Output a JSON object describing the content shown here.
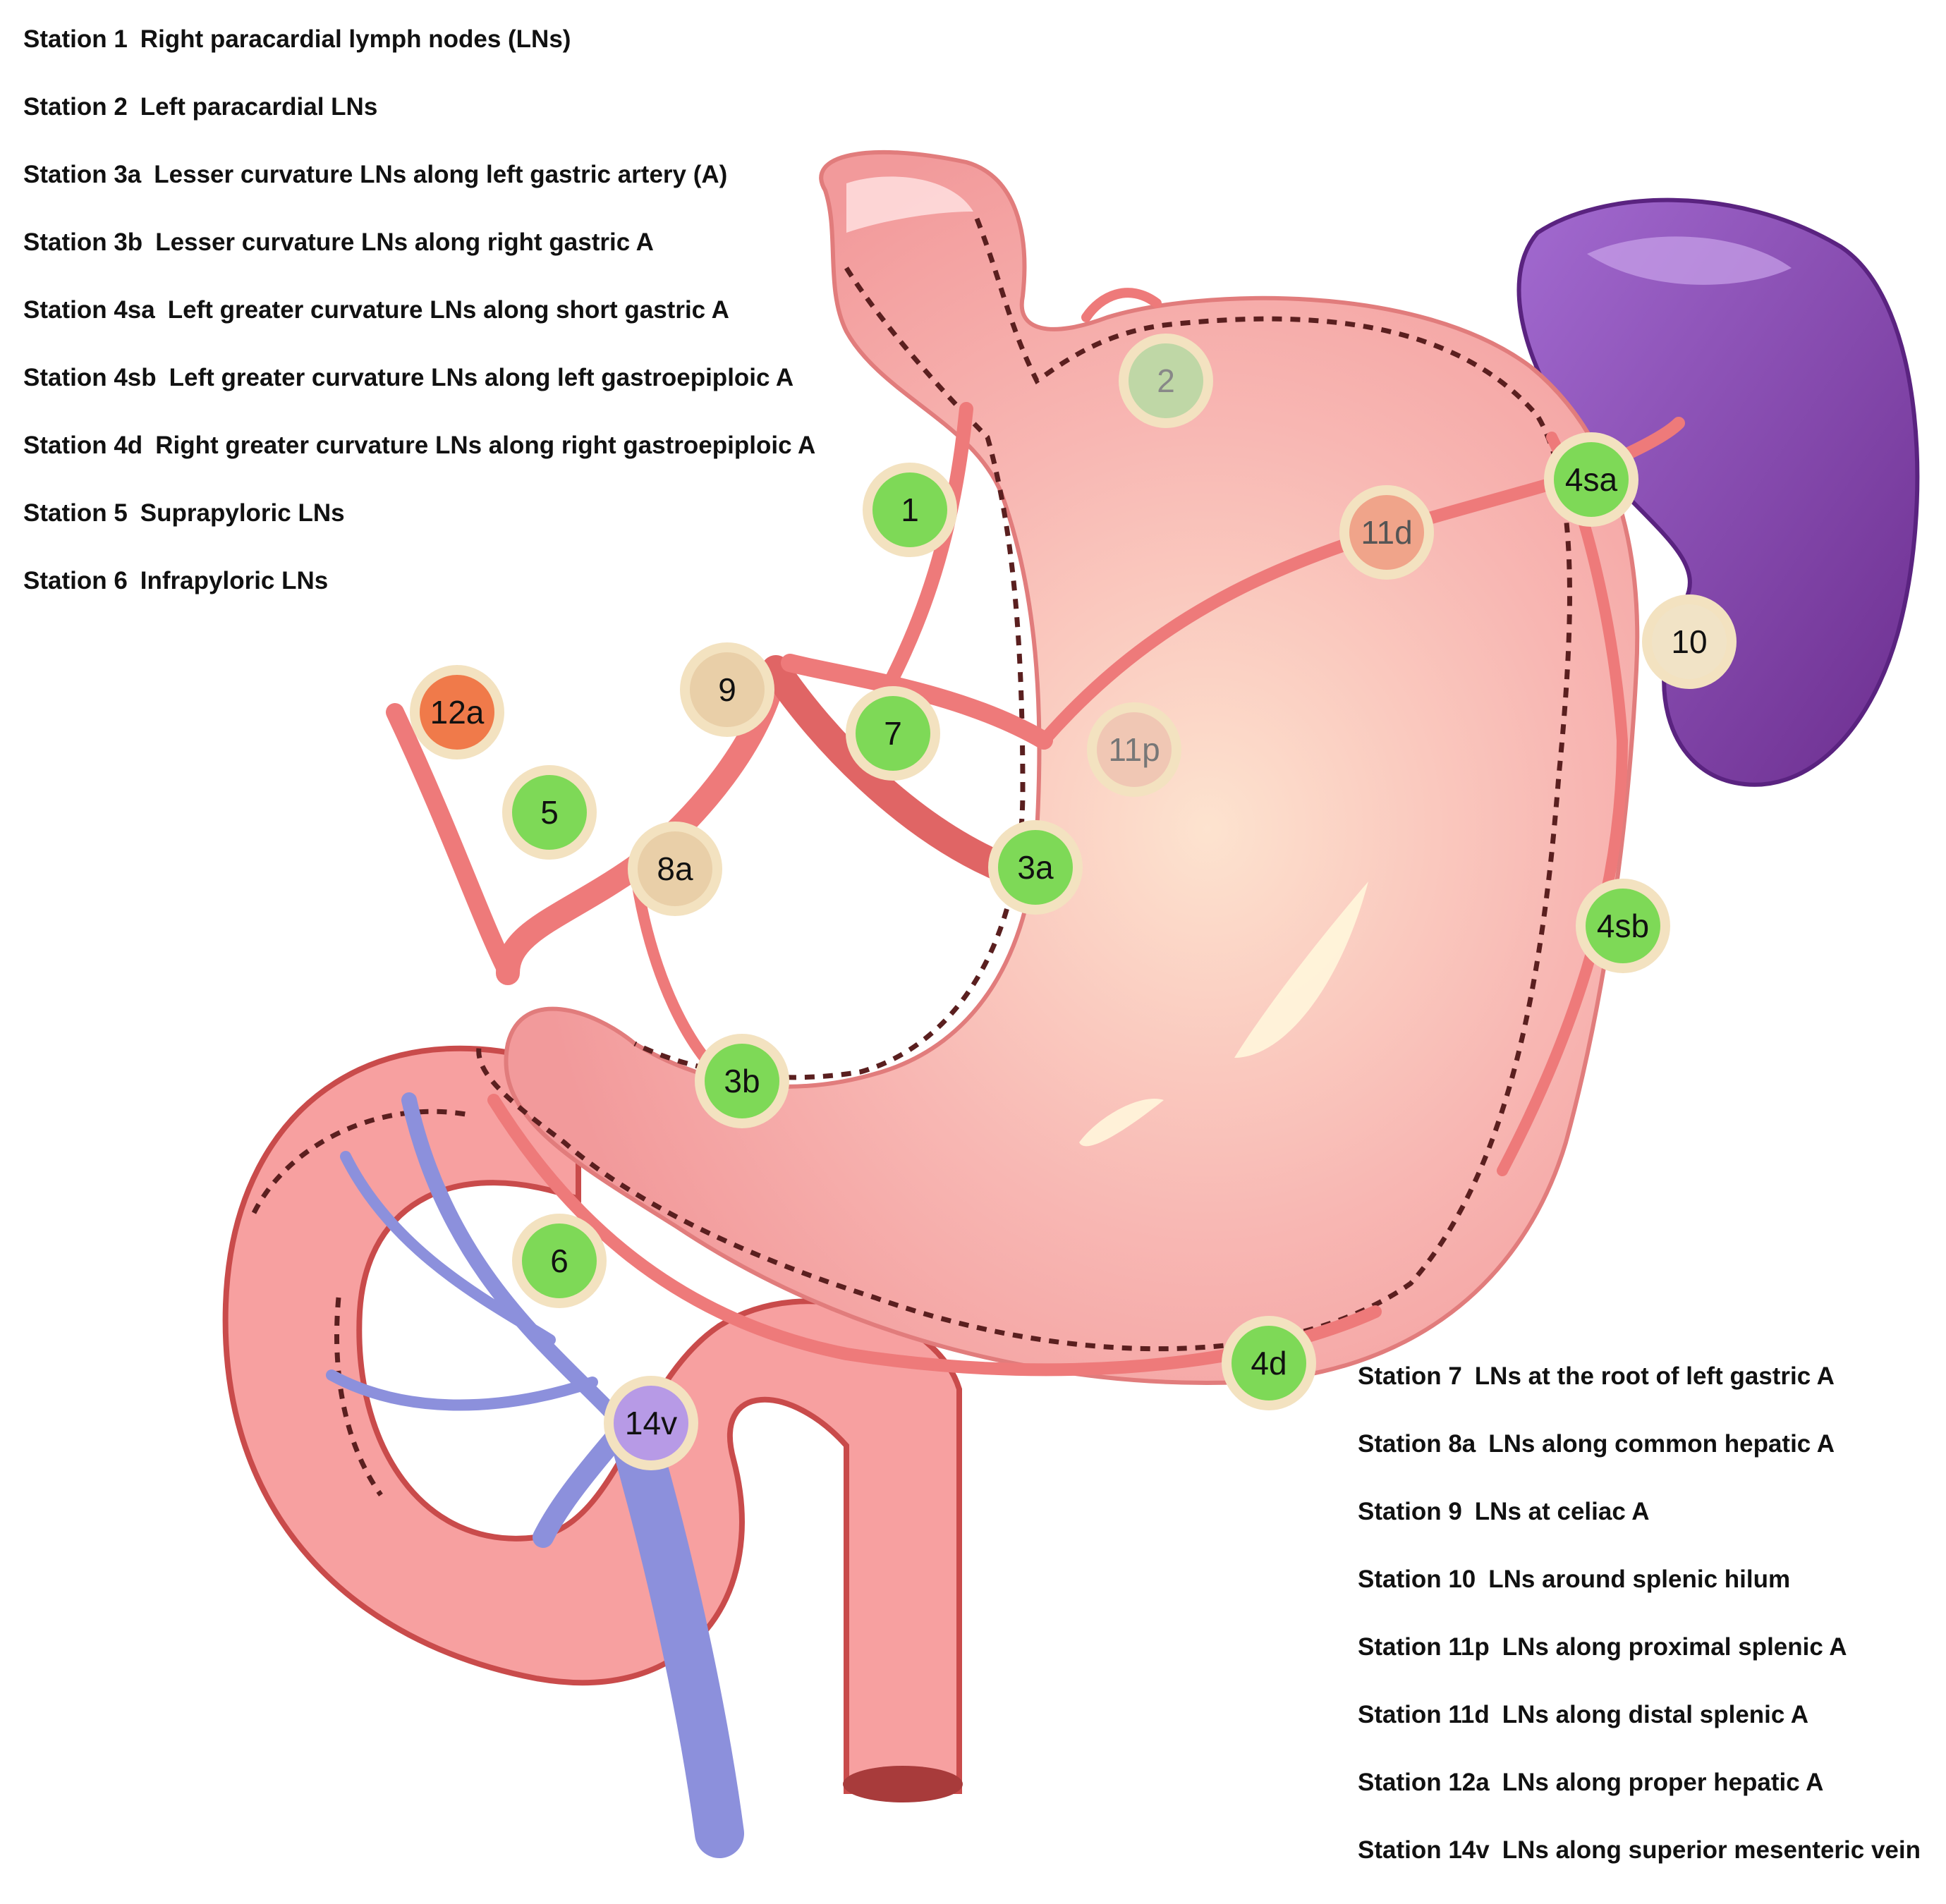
{
  "legend_left": [
    {
      "station": "Station 1",
      "description": "Right paracardial lymph nodes (LNs)"
    },
    {
      "station": "Station 2",
      "description": "Left paracardial LNs"
    },
    {
      "station": "Station 3a",
      "description": "Lesser curvature LNs along left gastric artery (A)"
    },
    {
      "station": "Station 3b",
      "description": "Lesser curvature LNs along right gastric A"
    },
    {
      "station": "Station 4sa",
      "description": "Left greater curvature LNs along short gastric A"
    },
    {
      "station": "Station 4sb",
      "description": "Left greater curvature LNs along left gastroepiploic A"
    },
    {
      "station": "Station 4d",
      "description": "Right greater curvature LNs along right gastroepiploic A"
    },
    {
      "station": "Station 5",
      "description": "Suprapyloric LNs"
    },
    {
      "station": "Station 6",
      "description": "Infrapyloric LNs"
    }
  ],
  "legend_right": [
    {
      "station": "Station 7",
      "description": "LNs at the root of left gastric A"
    },
    {
      "station": "Station 8a",
      "description": "LNs along common hepatic A"
    },
    {
      "station": "Station 9",
      "description": "LNs at celiac A"
    },
    {
      "station": "Station 10",
      "description": "LNs around splenic hilum"
    },
    {
      "station": "Station 11p",
      "description": "LNs along proximal splenic A"
    },
    {
      "station": "Station 11d",
      "description": "LNs along distal splenic A"
    },
    {
      "station": "Station 12a",
      "description": "LNs along proper hepatic A"
    },
    {
      "station": "Station 14v",
      "description": "LNs along superior mesenteric vein"
    }
  ],
  "nodes": [
    {
      "label": "1",
      "color": "#7ed957",
      "text_color": "#111111"
    },
    {
      "label": "2",
      "color": "#bfd7a6",
      "text_color": "#888888"
    },
    {
      "label": "3a",
      "color": "#7ed957",
      "text_color": "#111111"
    },
    {
      "label": "3b",
      "color": "#7ed957",
      "text_color": "#111111"
    },
    {
      "label": "4sa",
      "color": "#7ed957",
      "text_color": "#111111"
    },
    {
      "label": "4sb",
      "color": "#7ed957",
      "text_color": "#111111"
    },
    {
      "label": "4d",
      "color": "#7ed957",
      "text_color": "#111111"
    },
    {
      "label": "5",
      "color": "#7ed957",
      "text_color": "#111111"
    },
    {
      "label": "6",
      "color": "#7ed957",
      "text_color": "#111111"
    },
    {
      "label": "7",
      "color": "#7ed957",
      "text_color": "#111111"
    },
    {
      "label": "8a",
      "color": "#e9cfa8",
      "text_color": "#111111"
    },
    {
      "label": "9",
      "color": "#e9cfa8",
      "text_color": "#111111"
    },
    {
      "label": "10",
      "color": "#f1e3c6",
      "text_color": "#111111"
    },
    {
      "label": "11p",
      "color": "#f0c7b4",
      "text_color": "#777777"
    },
    {
      "label": "11d",
      "color": "#f0a48a",
      "text_color": "#555555"
    },
    {
      "label": "12a",
      "color": "#f07a4a",
      "text_color": "#111111"
    },
    {
      "label": "14v",
      "color": "#b79ae6",
      "text_color": "#111111"
    }
  ],
  "colors": {
    "stomach": "#f6a5a5",
    "stomach_light": "#fbd0cf",
    "artery": "#ee7a7a",
    "artery_dark": "#d65a5a",
    "vein": "#8c90dc",
    "spleen": "#7d3fa0",
    "dashed_line": "#5a1f1f"
  }
}
